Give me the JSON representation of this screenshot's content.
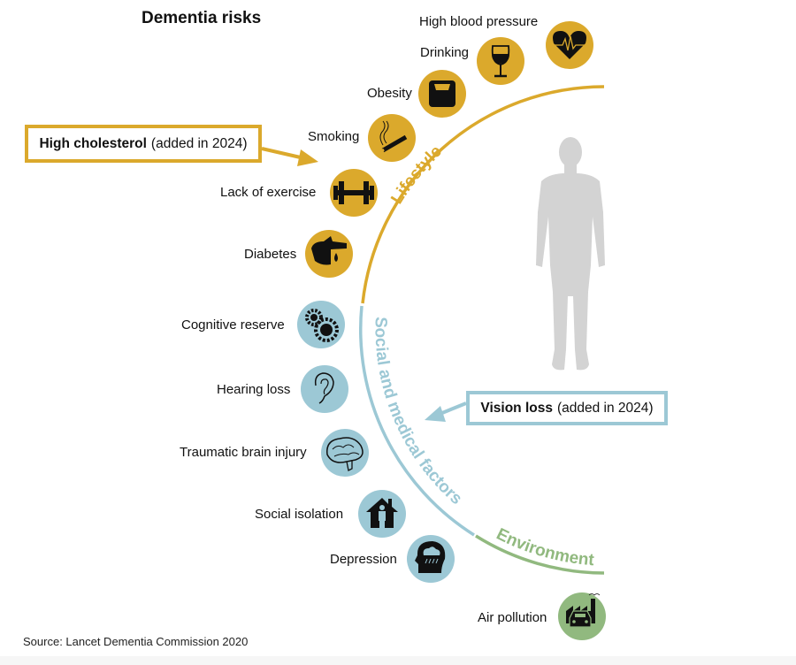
{
  "title": "Dementia risks",
  "source": "Source: Lancet Dementia Commission 2020",
  "colors": {
    "lifestyle": "#dba92c",
    "social": "#9cc8d5",
    "environment": "#91b97f",
    "body": "#d3d3d3",
    "icon_glyph": "#111111"
  },
  "categories": [
    {
      "name": "Lifestyle",
      "color": "#dba92c"
    },
    {
      "name": "Social and medical factors",
      "color": "#9cc8d5"
    },
    {
      "name": "Environment",
      "color": "#91b97f"
    }
  ],
  "risks": [
    {
      "label": "High blood pressure",
      "category": "Lifestyle",
      "icon": "heart-pulse-icon"
    },
    {
      "label": "Drinking",
      "category": "Lifestyle",
      "icon": "wine-glass-icon"
    },
    {
      "label": "Obesity",
      "category": "Lifestyle",
      "icon": "scale-icon"
    },
    {
      "label": "Smoking",
      "category": "Lifestyle",
      "icon": "cigarette-icon"
    },
    {
      "label": "Lack of exercise",
      "category": "Lifestyle",
      "icon": "dumbbell-icon"
    },
    {
      "label": "Diabetes",
      "category": "Lifestyle",
      "icon": "finger-blood-drop-icon"
    },
    {
      "label": "Cognitive reserve",
      "category": "Social and medical factors",
      "icon": "gears-icon"
    },
    {
      "label": "Hearing loss",
      "category": "Social and medical factors",
      "icon": "ear-icon"
    },
    {
      "label": "Traumatic brain injury",
      "category": "Social and medical factors",
      "icon": "brain-icon"
    },
    {
      "label": "Social isolation",
      "category": "Social and medical factors",
      "icon": "person-in-house-icon"
    },
    {
      "label": "Depression",
      "category": "Social and medical factors",
      "icon": "head-rain-cloud-icon"
    },
    {
      "label": "Air pollution",
      "category": "Environment",
      "icon": "factory-car-icon"
    }
  ],
  "callouts": {
    "cholesterol": {
      "bold": "High cholesterol",
      "rest": "(added in 2024)"
    },
    "vision": {
      "bold": "Vision loss",
      "rest": "(added in 2024)"
    }
  },
  "figure": {
    "name": "human-silhouette"
  }
}
